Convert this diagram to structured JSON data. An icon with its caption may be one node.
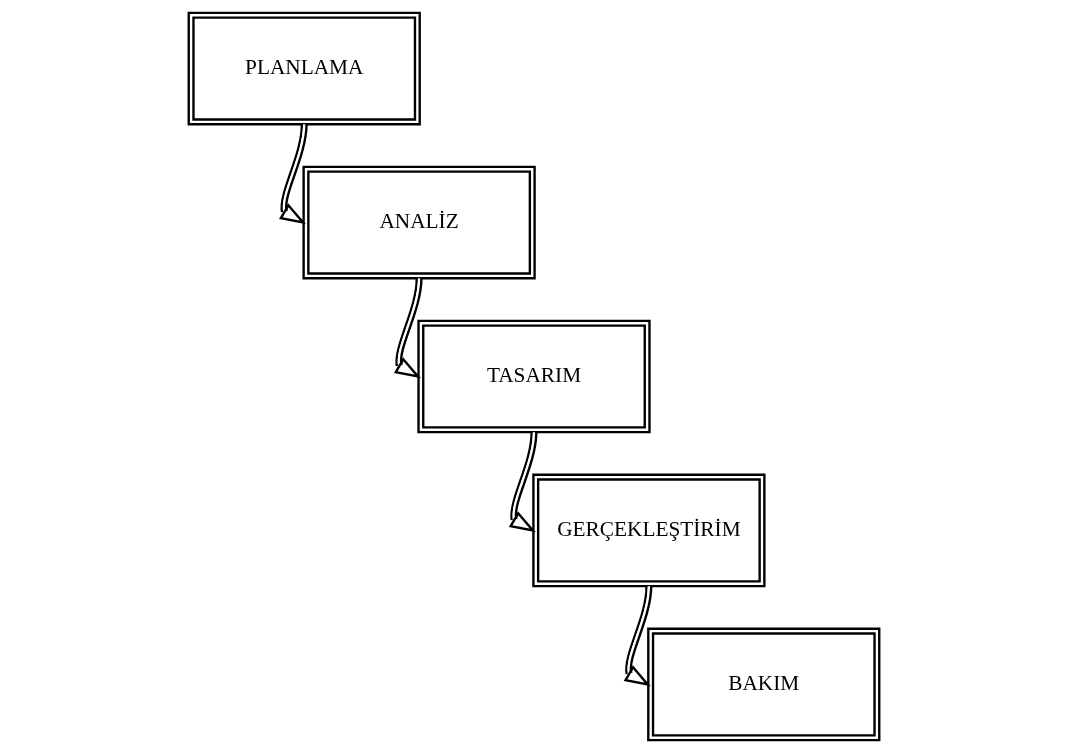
{
  "diagram": {
    "nodes": [
      {
        "text": [
          "PLANLAMA"
        ]
      },
      {
        "text": [
          "ANALİZ"
        ]
      },
      {
        "text": [
          "TASARIM"
        ]
      },
      {
        "text": [
          "GERÇEKLEŞTİRİM"
        ]
      },
      {
        "text": [
          "BAKIM"
        ]
      }
    ],
    "edges": [
      {
        "from": 0,
        "to": 1,
        "arrow": "to"
      },
      {
        "from": 1,
        "to": 2,
        "arrow": "to"
      },
      {
        "from": 2,
        "to": 3,
        "arrow": "to"
      },
      {
        "from": 3,
        "to": 4,
        "arrow": "to"
      }
    ]
  }
}
